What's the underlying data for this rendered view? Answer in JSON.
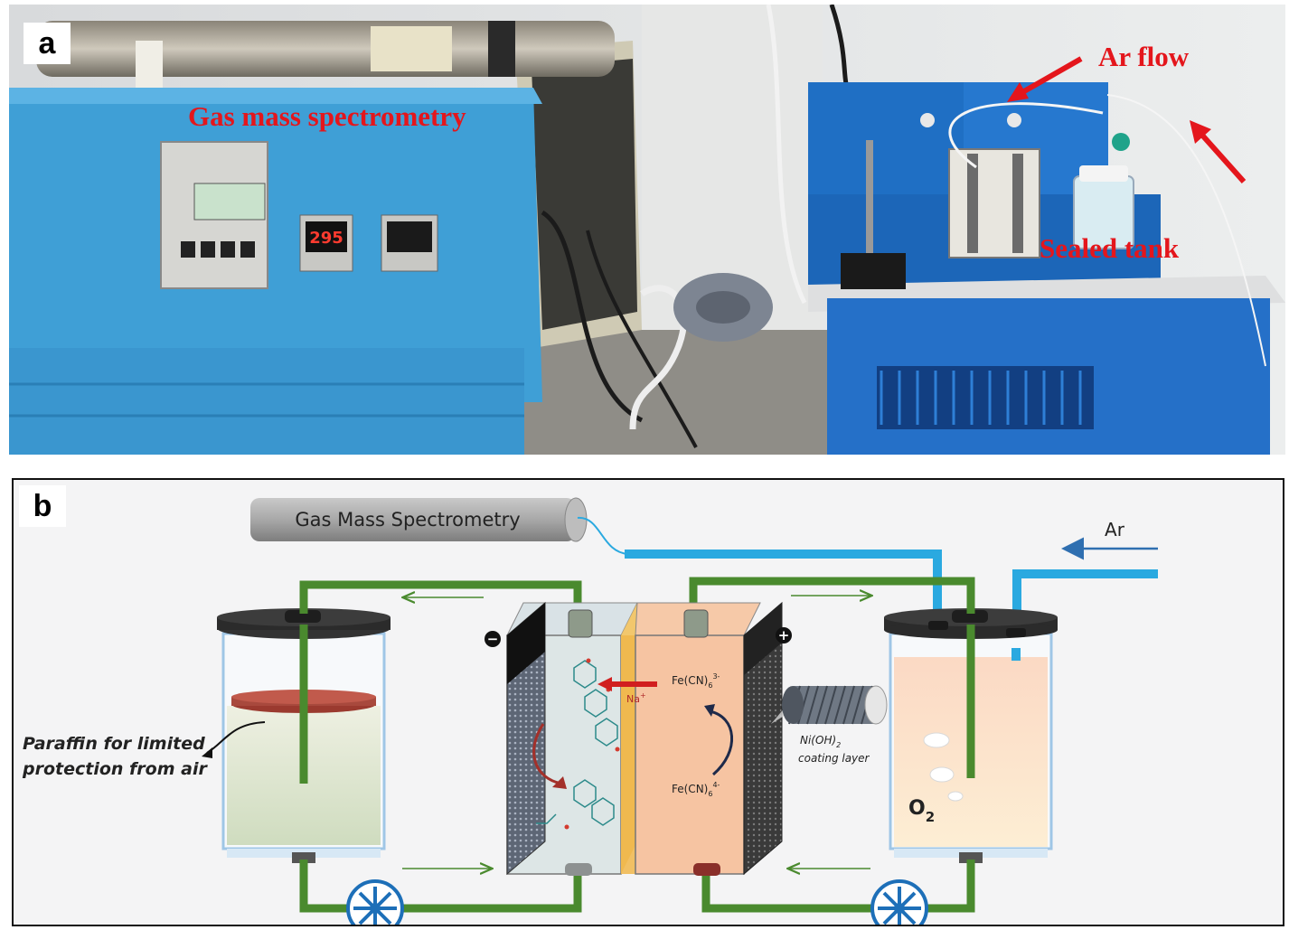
{
  "panel_a": {
    "letter": "a",
    "labels": {
      "gas_mass": "Gas mass spectrometry",
      "ar_flow": "Ar flow",
      "sealed_tank": "Sealed tank"
    },
    "display_readout": "295",
    "colors": {
      "label": "#e4161c",
      "instrument": "#3f9fd6",
      "station": "#1f6fc4"
    }
  },
  "panel_b": {
    "letter": "b",
    "gms_label": "Gas Mass Spectrometry",
    "ar_label": "Ar",
    "paraffin_line1": "Paraffin for limited",
    "paraffin_line2": "protection from air",
    "minus": "−",
    "plus": "+",
    "na_label": "Na",
    "na_sup": "+",
    "fe3_label": "Fe(CN)",
    "fe3_sub": "6",
    "fe3_sup": "3-",
    "fe4_label": "Fe(CN)",
    "fe4_sub": "6",
    "fe4_sup": "4-",
    "nioh_label": "Ni(OH)",
    "nioh_sub": "2",
    "coating_label": "coating layer",
    "o2_label": "O",
    "o2_sub": "2",
    "colors": {
      "tube": "#4a8a2e",
      "gas_line": "#2aa9e0",
      "arrow_red": "#d11f1f",
      "pump": "#1d6fb8"
    }
  }
}
